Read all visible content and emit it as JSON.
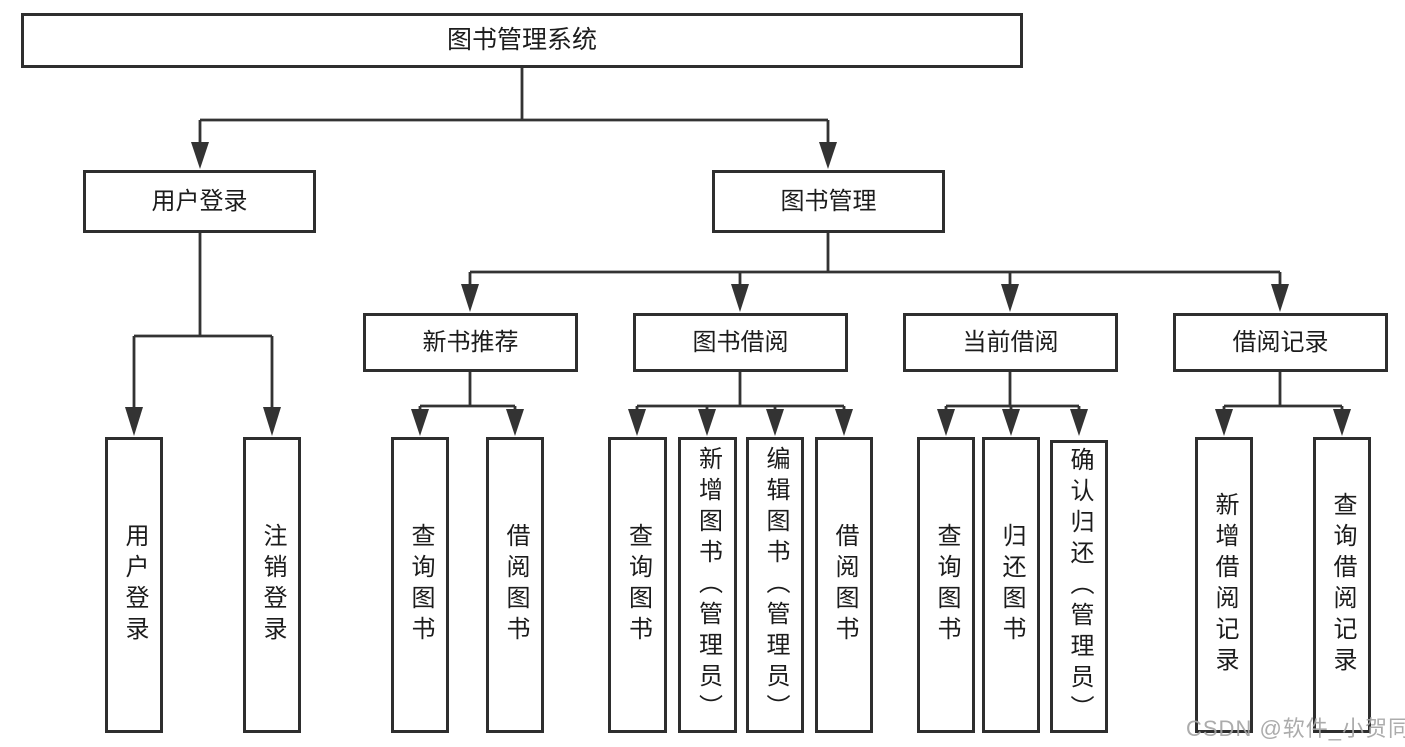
{
  "tree": {
    "root": {
      "label": "图书管理系统",
      "children": [
        {
          "label": "用户登录",
          "children": [
            {
              "label": "用户登录"
            },
            {
              "label": "注销登录"
            }
          ]
        },
        {
          "label": "图书管理",
          "children": [
            {
              "label": "新书推荐",
              "children": [
                {
                  "label": "查询图书"
                },
                {
                  "label": "借阅图书"
                }
              ]
            },
            {
              "label": "图书借阅",
              "children": [
                {
                  "label": "查询图书"
                },
                {
                  "label": "新增图书（管理员）"
                },
                {
                  "label": "编辑图书（管理员）"
                },
                {
                  "label": "借阅图书"
                }
              ]
            },
            {
              "label": "当前借阅",
              "children": [
                {
                  "label": "查询图书"
                },
                {
                  "label": "归还图书"
                },
                {
                  "label": "确认归还（管理员）"
                }
              ]
            },
            {
              "label": "借阅记录",
              "children": [
                {
                  "label": "新增借阅记录"
                },
                {
                  "label": "查询借阅记录"
                }
              ]
            }
          ]
        }
      ]
    }
  },
  "colors": {
    "box_border": "#2e2e2e",
    "text": "#1c1c1c",
    "connector": "#333333",
    "watermark": "#a5a5a5",
    "background": "#ffffff"
  },
  "watermark": {
    "text": "CSDN @软件_小贺同学"
  }
}
